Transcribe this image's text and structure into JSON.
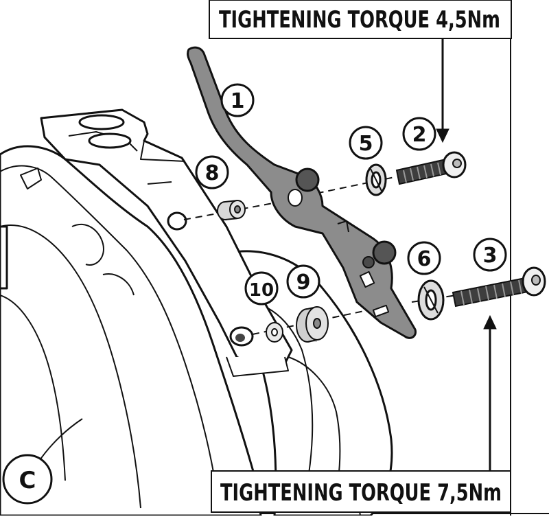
{
  "callouts": {
    "top_torque": "TIGHTENING TORQUE 4,5Nm",
    "bottom_torque": "TIGHTENING TORQUE 7,5Nm"
  },
  "view_label": "C",
  "parts": {
    "p1": "1",
    "p2": "2",
    "p3": "3",
    "p5": "5",
    "p6": "6",
    "p8": "8",
    "p9": "9",
    "p10": "10"
  },
  "colors": {
    "line": "#111111",
    "bracket_fill": "#8c8c8c",
    "bolt_fill": "#4a4a4a",
    "light_gray": "#d0d0d0"
  }
}
